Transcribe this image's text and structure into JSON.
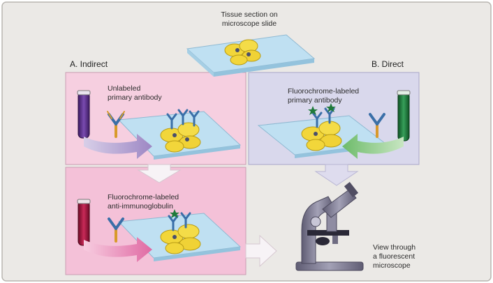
{
  "top": {
    "line1": "Tissue section on",
    "line2": "microscope slide"
  },
  "indirect": {
    "heading": "A. Indirect",
    "step1_line1": "Unlabeled",
    "step1_line2": "primary antibody",
    "step2_line1": "Fluorochrome-labeled",
    "step2_line2": "anti-immunoglobulin"
  },
  "direct": {
    "heading": "B. Direct",
    "line1": "Fluorochrome-labeled",
    "line2": "primary antibody"
  },
  "microscope": {
    "line1": "View through",
    "line2": "a fluorescent",
    "line3": "microscope"
  },
  "colors": {
    "background": "#ebe9e6",
    "indirect_panel": "#f6cfe0",
    "indirect_panel_dark": "#f2b7d1",
    "direct_panel": "#d9d8ec",
    "slide": "#bfe0f2",
    "cells": "#f2d63a",
    "tube_purple": "#5b2c86",
    "tube_green": "#1e7a3a",
    "tube_red": "#a3123a",
    "fluor_label": "#1f7a3a",
    "microscope": "#7d7a8f"
  }
}
